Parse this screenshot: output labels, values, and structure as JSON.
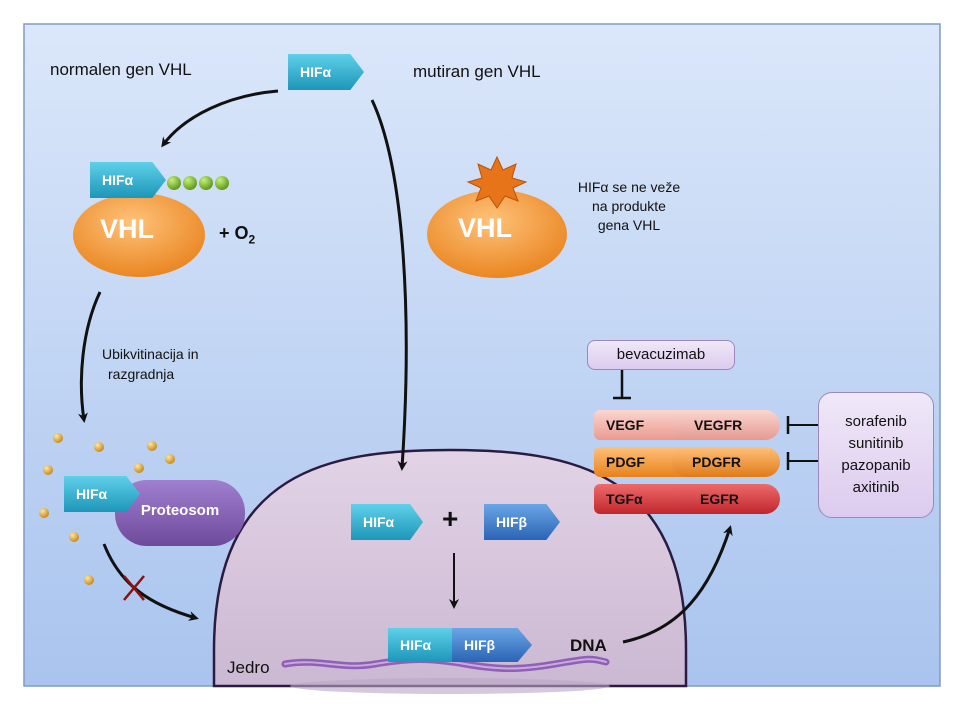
{
  "labels": {
    "normal_gene": "normalen gen VHL",
    "mutated_gene": "mutiran gen VHL",
    "hifa": "HIFα",
    "hifb": "HIFβ",
    "vhl": "VHL",
    "o2_prefix": "+ O",
    "o2_sub": "2",
    "no_binding_1": "HIFα se ne veže",
    "no_binding_2": "na produkte",
    "no_binding_3": "gena VHL",
    "ubiq_1": "Ubikvitinacija in",
    "ubiq_2": "razgradnja",
    "proteasome": "Proteosom",
    "plus": "+",
    "dna": "DNA",
    "nucleus": "Jedro",
    "bevacizumab": "bevacuzimab",
    "vegf": "VEGF",
    "vegfr": "VEGFR",
    "pdgf": "PDGF",
    "pdgfr": "PDGFR",
    "tgfa": "TGFα",
    "egfr": "EGFR"
  },
  "drugs": [
    "sorafenib",
    "sunitinib",
    "pazopanib",
    "axitinib"
  ],
  "colors": {
    "background": "#c9dbf6",
    "vhl_body": "#f29a2e",
    "hif_alpha": "#2aa8cc",
    "hif_beta": "#3a76c6",
    "proteasome": "#8a64b4",
    "nucleus": "#d6c6dc",
    "vegf_pair": "#f3b0a8",
    "pdgf_pair": "#f29a2e",
    "tgf_pair": "#d0353a",
    "drug_box": "#e6dbf2"
  }
}
